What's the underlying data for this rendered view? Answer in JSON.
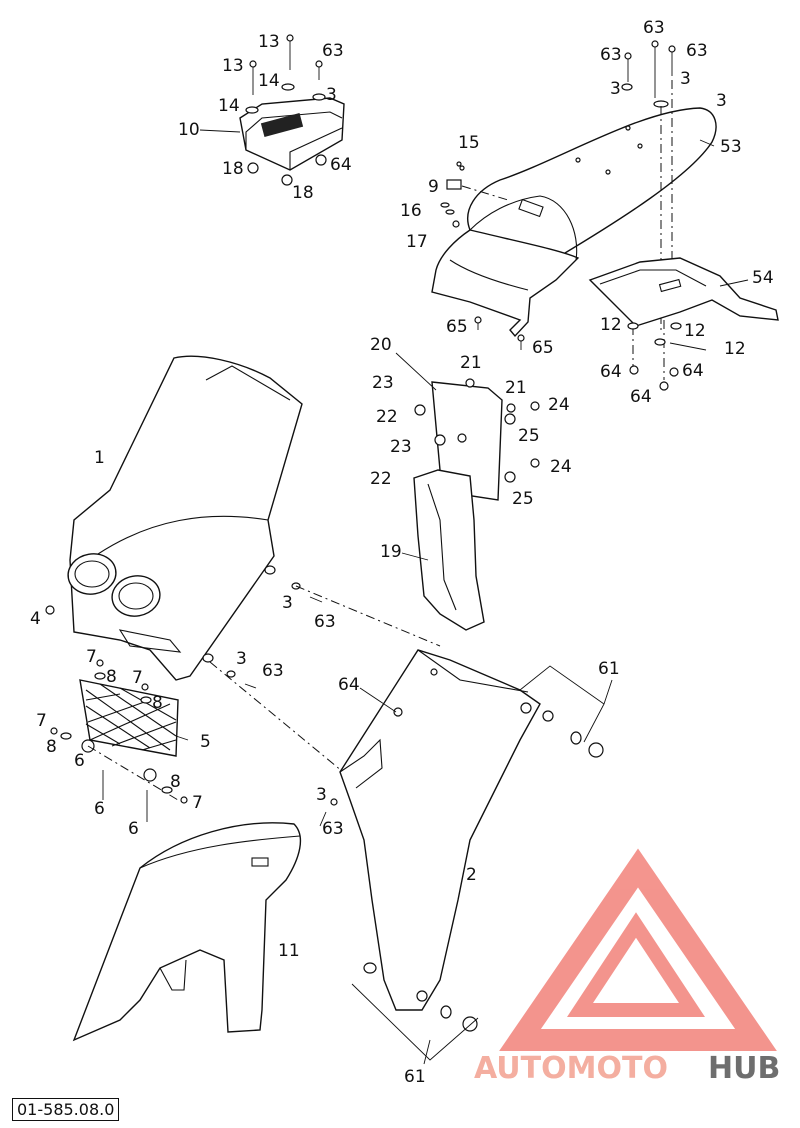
{
  "drawing_code": "01-585.08.0",
  "watermark": {
    "word_left": "AUTOMOTO",
    "word_right": "HUB",
    "color_light": "#f3a090",
    "color_dark": "#555555",
    "logo_color": "#f2827a"
  },
  "callouts": [
    "1",
    "2",
    "3",
    "4",
    "5",
    "6",
    "7",
    "8",
    "9",
    "10",
    "11",
    "12",
    "13",
    "14",
    "15",
    "16",
    "17",
    "18",
    "19",
    "20",
    "21",
    "22",
    "23",
    "24",
    "25",
    "53",
    "54",
    "61",
    "63",
    "64",
    "65"
  ],
  "labels": {
    "l13a": "13",
    "l13b": "13",
    "l63a": "63",
    "l14a": "14",
    "l14b": "14",
    "l3a": "3",
    "l10": "10",
    "l18a": "18",
    "l64a": "64",
    "l18b": "18",
    "l63b": "63",
    "l63c": "63",
    "l63d": "63",
    "l3b": "3",
    "l3c": "3",
    "l3d": "3",
    "l53": "53",
    "l15": "15",
    "l9": "9",
    "l16": "16",
    "l17": "17",
    "l54": "54",
    "l12a": "12",
    "l12b": "12",
    "l12c": "12",
    "l64b": "64",
    "l64c": "64",
    "l64d": "64",
    "l65a": "65",
    "l65b": "65",
    "l20": "20",
    "l21a": "21",
    "l21b": "21",
    "l23a": "23",
    "l22a": "22",
    "l24a": "24",
    "l23b": "23",
    "l25a": "25",
    "l22b": "22",
    "l24b": "24",
    "l25b": "25",
    "l19": "19",
    "l1": "1",
    "l4": "4",
    "l3e": "3",
    "l63e": "63",
    "l3f": "3",
    "l63f": "63",
    "l7a": "7",
    "l8a": "8",
    "l7b": "7",
    "l8b": "8",
    "l7c": "7",
    "l8c": "8",
    "l5": "5",
    "l6a": "6",
    "l6b": "6",
    "l8d": "8",
    "l7d": "7",
    "l6c": "6",
    "l64e": "64",
    "l61a": "61",
    "l3g": "3",
    "l63g": "63",
    "l2": "2",
    "l11": "11",
    "l61b": "61"
  }
}
